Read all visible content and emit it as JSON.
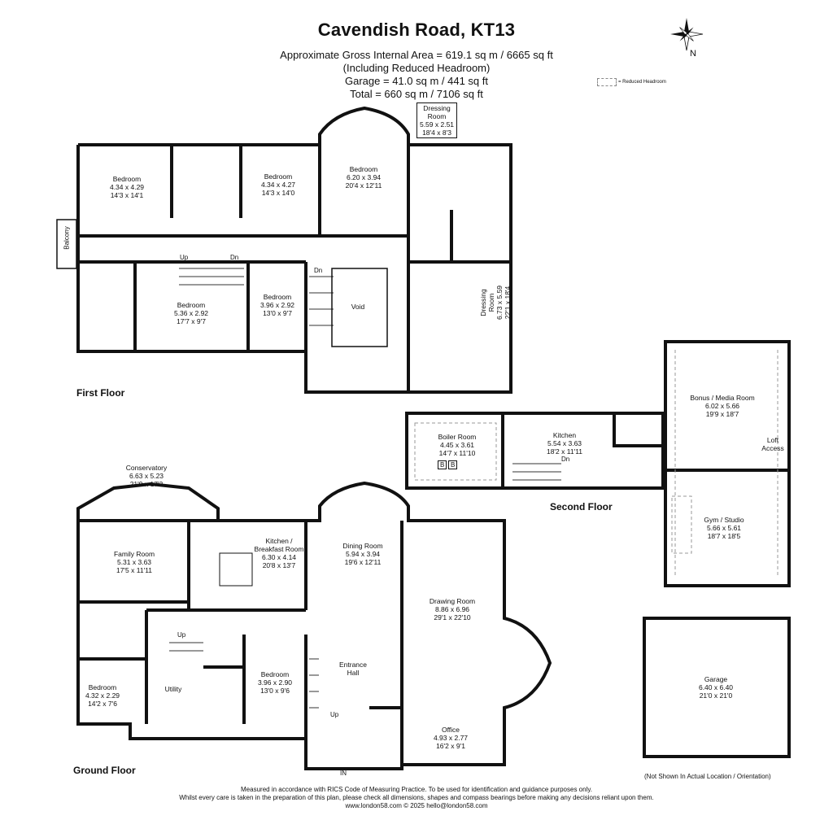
{
  "header": {
    "title": "Cavendish Road, KT13",
    "lines": [
      "Approximate Gross Internal Area = 619.1 sq m / 6665 sq ft",
      "(Including Reduced Headroom)",
      "Garage  = 41.0 sq m / 441 sq ft",
      "Total = 660 sq m / 7106 sq ft"
    ],
    "legend_label": "= Reduced Headroom",
    "compass_label": "N"
  },
  "floors": {
    "first": "First Floor",
    "second": "Second Floor",
    "ground": "Ground Floor"
  },
  "rooms": {
    "ff_bed1": [
      "Bedroom",
      "4.34 x 4.29",
      "14'3 x 14'1"
    ],
    "ff_bed2": [
      "Bedroom",
      "4.34 x 4.27",
      "14'3 x 14'0"
    ],
    "ff_bed3": [
      "Bedroom",
      "6.20 x 3.94",
      "20'4 x 12'11"
    ],
    "ff_dressing1": [
      "Dressing",
      "Room",
      "5.59 x 2.51",
      "18'4 x 8'3"
    ],
    "ff_bed4": [
      "Bedroom",
      "5.36 x 2.92",
      "17'7 x 9'7"
    ],
    "ff_bed5": [
      "Bedroom",
      "3.96 x 2.92",
      "13'0 x 9'7"
    ],
    "ff_void": [
      "Void"
    ],
    "ff_dressing2": [
      "Dressing",
      "Room",
      "6.73 x 5.59",
      "22'1 x 18'4"
    ],
    "sf_boiler": [
      "Boiler Room",
      "4.45 x 3.61",
      "14'7 x 11'10"
    ],
    "sf_kitchen": [
      "Kitchen",
      "5.54 x 3.63",
      "18'2 x 11'11"
    ],
    "sf_bonus": [
      "Bonus / Media Room",
      "6.02 x 5.66",
      "19'9 x 18'7"
    ],
    "sf_gym": [
      "Gym / Studio",
      "5.66 x 5.61",
      "18'7 x 18'5"
    ],
    "gf_conservatory": [
      "Conservatory",
      "6.63 x 5.23",
      "21'9 x 17'2"
    ],
    "gf_family": [
      "Family Room",
      "5.31 x 3.63",
      "17'5 x 11'11"
    ],
    "gf_kitchen": [
      "Kitchen /",
      "Breakfast Room",
      "6.30 x 4.14",
      "20'8 x 13'7"
    ],
    "gf_dining": [
      "Dining Room",
      "5.94 x 3.94",
      "19'6 x 12'11"
    ],
    "gf_drawing": [
      "Drawing Room",
      "8.86 x 6.96",
      "29'1 x 22'10"
    ],
    "gf_entrance": [
      "Entrance",
      "Hall"
    ],
    "gf_bed": [
      "Bedroom",
      "4.32 x 2.29",
      "14'2 x 7'6"
    ],
    "gf_utility": [
      "Utility"
    ],
    "gf_bed2": [
      "Bedroom",
      "3.96 x 2.90",
      "13'0 x 9'6"
    ],
    "gf_office": [
      "Office",
      "4.93 x 2.77",
      "16'2 x 9'1"
    ],
    "garage": [
      "Garage",
      "6.40 x 6.40",
      "21'0 x 21'0"
    ]
  },
  "labels": {
    "balcony": "Balcony",
    "up": "Up",
    "dn": "Dn",
    "loft": [
      "Loft",
      "Access"
    ],
    "in": "IN",
    "bb": "B",
    "garage_note": "(Not Shown In Actual Location / Orientation)"
  },
  "footer": [
    "Measured in accordance with RICS Code of Measuring Practice. To be used for identification and guidance purposes only.",
    "Whilst every care is taken in the preparation of this plan, please check all dimensions, shapes and compass bearings before making any decisions reliant upon them.",
    "www.london58.com © 2025 hello@london58.com"
  ]
}
